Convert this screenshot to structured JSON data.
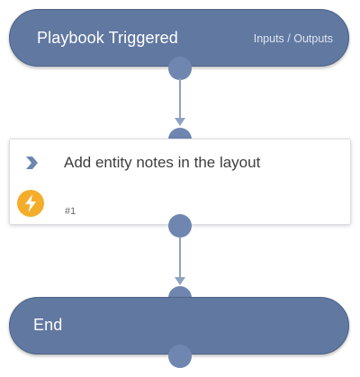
{
  "nodes": {
    "trigger": {
      "title": "Playbook Triggered",
      "link": "Inputs / Outputs"
    },
    "task": {
      "title": "Add entity notes in the layout",
      "id": "#1",
      "icon": "lightning-bolt-icon"
    },
    "end": {
      "title": "End"
    }
  },
  "colors": {
    "node_fill": "#6178a1",
    "port_fill": "#6f86b0",
    "connector": "#8da3c2",
    "badge_fill": "#f4ad2b"
  }
}
